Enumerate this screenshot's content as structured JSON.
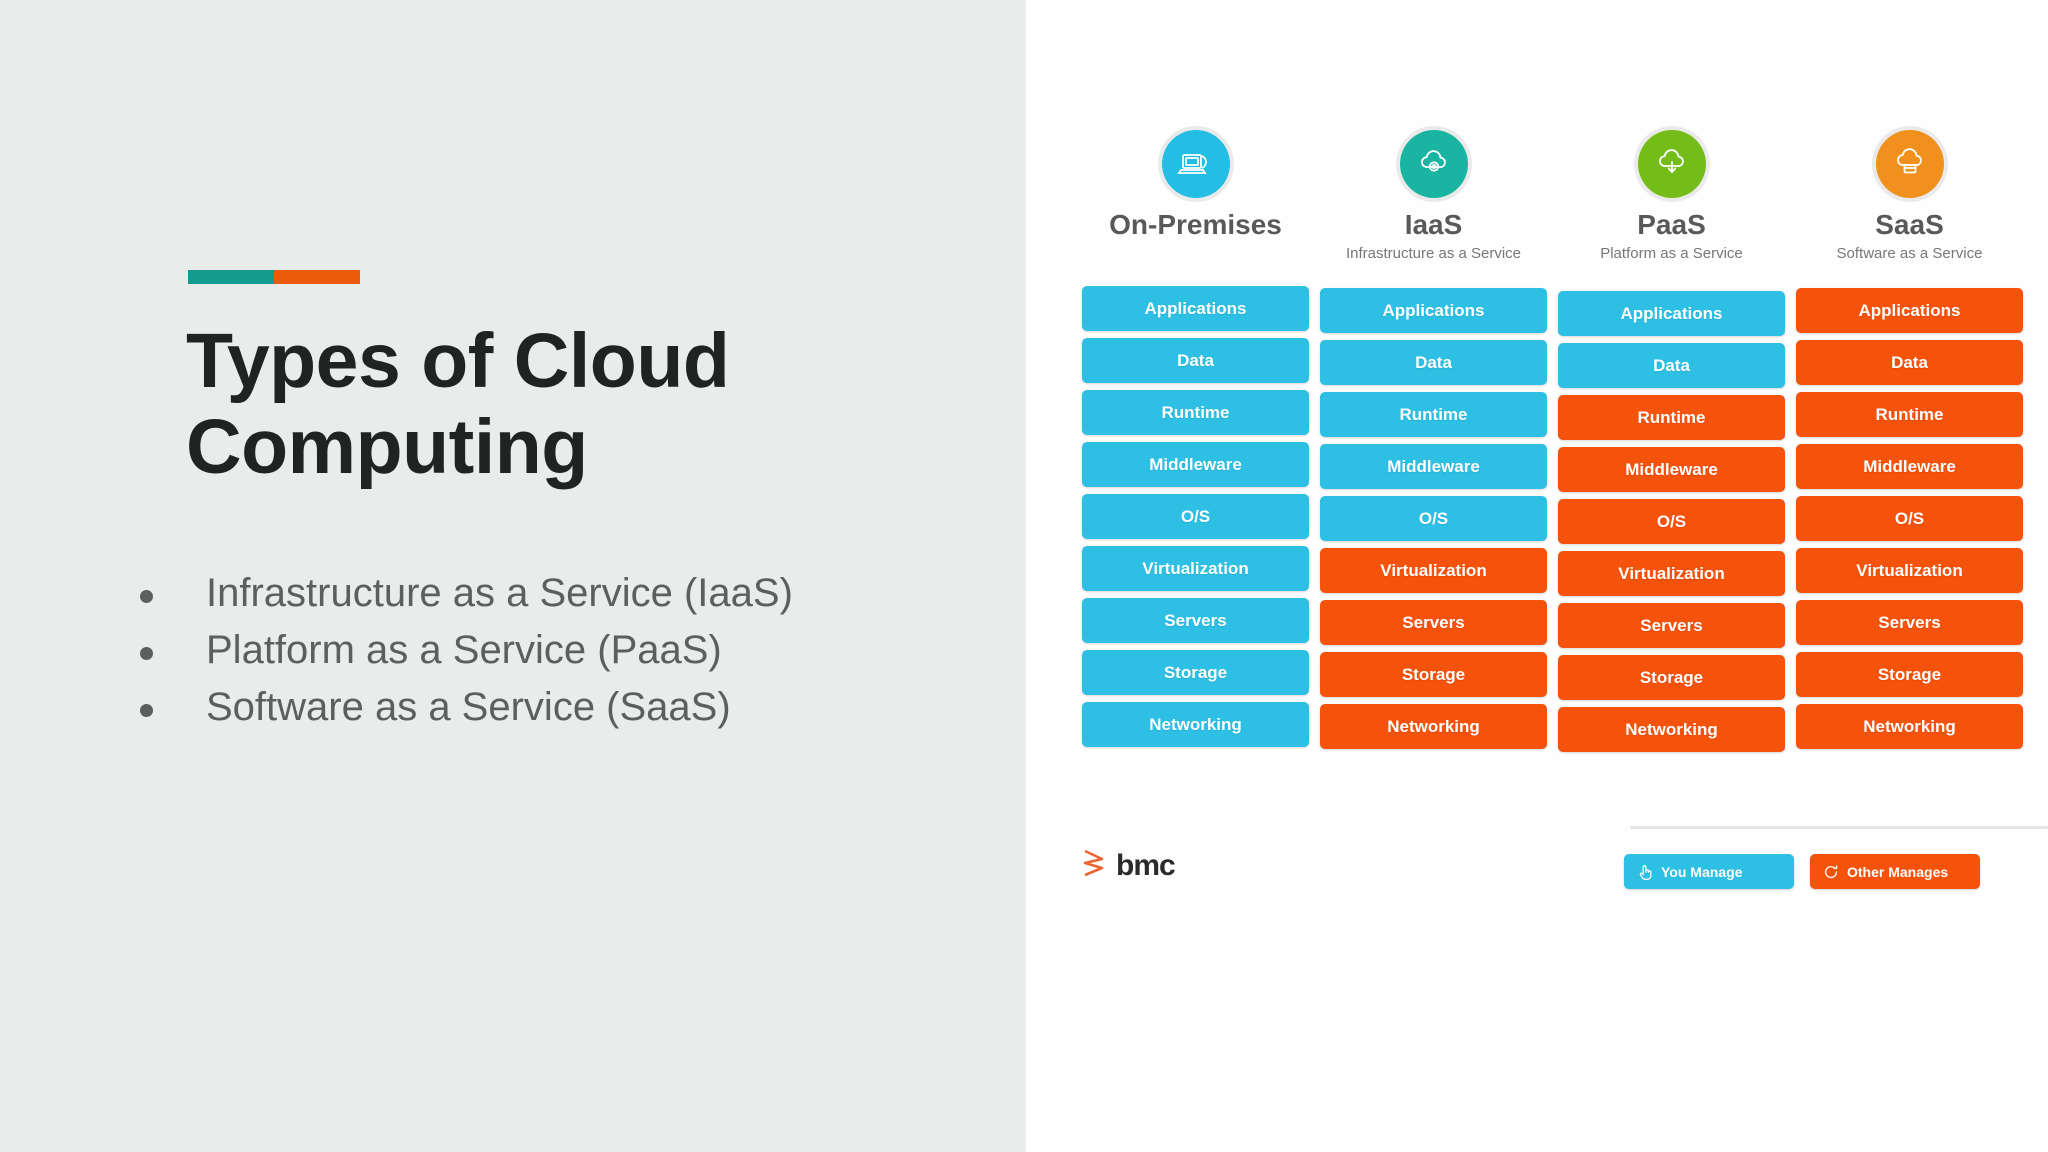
{
  "slide": {
    "title": "Types of Cloud Computing",
    "bullets": [
      "Infrastructure as a Service (IaaS)",
      "Platform as a Service (PaaS)",
      "Software as a Service (SaaS)"
    ],
    "accent_colors": [
      "#139b8e",
      "#ec5b0c"
    ],
    "background": "#e8eceb"
  },
  "diagram": {
    "columns": [
      {
        "name": "On-Premises",
        "subtitle": "",
        "icon": "server-monitor-icon",
        "badge_color": "#24bde3"
      },
      {
        "name": "IaaS",
        "subtitle": "Infrastructure as a Service",
        "icon": "cloud-gear-icon",
        "badge_color": "#19b5a2"
      },
      {
        "name": "PaaS",
        "subtitle": "Platform as a Service",
        "icon": "cloud-download-icon",
        "badge_color": "#74bd18"
      },
      {
        "name": "SaaS",
        "subtitle": "Software as a Service",
        "icon": "cloud-app-icon",
        "badge_color": "#f1901c"
      }
    ],
    "layers": [
      "Applications",
      "Data",
      "Runtime",
      "Middleware",
      "O/S",
      "Virtualization",
      "Servers",
      "Storage",
      "Networking"
    ],
    "ownership": {
      "On-Premises": [
        "you",
        "you",
        "you",
        "you",
        "you",
        "you",
        "you",
        "you",
        "you"
      ],
      "IaaS": [
        "you",
        "you",
        "you",
        "you",
        "you",
        "other",
        "other",
        "other",
        "other"
      ],
      "PaaS": [
        "you",
        "you",
        "other",
        "other",
        "other",
        "other",
        "other",
        "other",
        "other"
      ],
      "SaaS": [
        "other",
        "other",
        "other",
        "other",
        "other",
        "other",
        "other",
        "other",
        "other"
      ]
    },
    "legend": [
      {
        "label": "You Manage",
        "color": "#2ebfe4",
        "icon": "hand-pointer-icon"
      },
      {
        "label": "Other Manages",
        "color": "#f5520c",
        "icon": "refresh-circle-icon"
      }
    ],
    "brand": {
      "word": "bmc",
      "mark_color": "#ec6433"
    },
    "colors": {
      "you_manage": "#2ebfe4",
      "other_manages": "#f5520c"
    }
  }
}
